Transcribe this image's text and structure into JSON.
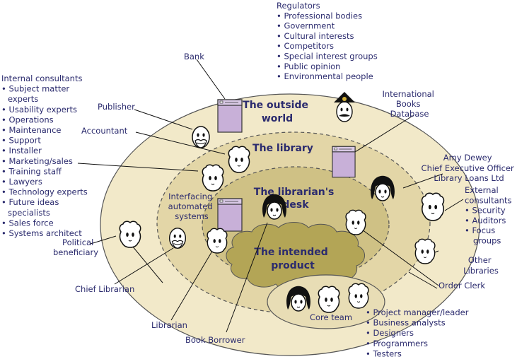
{
  "regions": {
    "outside_world": [
      "The outside",
      "world"
    ],
    "library": "The library",
    "desk": [
      "The librarian's",
      "desk"
    ],
    "product": [
      "The intended",
      "product"
    ],
    "core_team": "Core team"
  },
  "labels": {
    "bank": "Bank",
    "publisher": "Publisher",
    "accountant": "Accountant",
    "interfacing": [
      "Interfacing",
      "automated",
      "systems"
    ],
    "political": [
      "Political",
      "beneficiary"
    ],
    "chief_librarian": "Chief Librarian",
    "librarian": "Librarian",
    "book_borrower": "Book Borrower",
    "order_clerk": "Order Clerk",
    "other_libraries": [
      "Other",
      "Libraries"
    ],
    "international": [
      "International",
      "Books",
      "Database"
    ],
    "amy": [
      "Amy Dewey",
      "Chief Executive Officer",
      "Library Loans Ltd"
    ]
  },
  "regulators": {
    "title": "Regulators",
    "items": [
      "Professional bodies",
      "Government",
      "Cultural interests",
      "Competitors",
      "Special interest groups",
      "Public opinion",
      "Environmental people"
    ]
  },
  "internal_consultants": {
    "title": "Internal consultants",
    "items": [
      [
        "Subject matter",
        "experts"
      ],
      [
        "Usability experts"
      ],
      [
        "Operations"
      ],
      [
        "Maintenance"
      ],
      [
        "Support"
      ],
      [
        "Installer"
      ],
      [
        "Marketing/sales"
      ],
      [
        "Training staff"
      ],
      [
        "Lawyers"
      ],
      [
        "Technology experts"
      ],
      [
        "Future ideas",
        "specialists"
      ],
      [
        "Sales force"
      ],
      [
        "Systems architect"
      ]
    ]
  },
  "external_consultants": {
    "title": [
      "External",
      "consultants"
    ],
    "items": [
      [
        "Security"
      ],
      [
        "Auditors"
      ],
      [
        "Focus",
        "groups"
      ]
    ]
  },
  "core_team_members": {
    "items": [
      "Project manager/leader",
      "Business analysts",
      "Designers",
      "Programmers",
      "Testers"
    ]
  },
  "colors": {
    "outside": "#f2e9c9",
    "library": "#e3d6a7",
    "desk": "#cfc185",
    "product": "#b3a556",
    "computer": "#c8b0d8",
    "text": "#2b2b6e"
  }
}
